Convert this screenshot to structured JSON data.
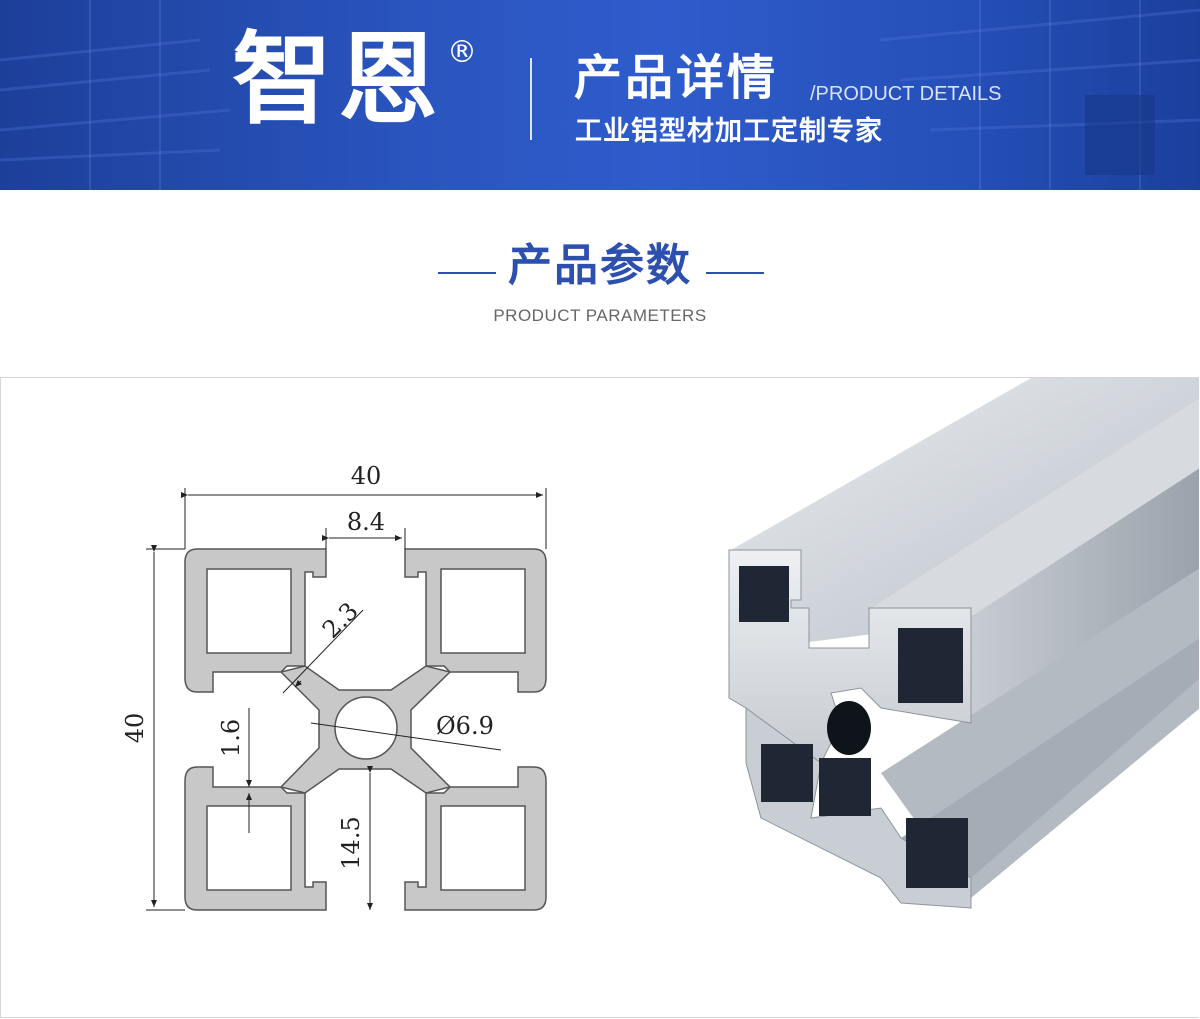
{
  "banner": {
    "brand": "智恩",
    "registered_mark": "®",
    "title": "产品详情",
    "title_en": "/PRODUCT DETAILS",
    "subtitle": "工业铝型材加工定制专家"
  },
  "section": {
    "title": "产品参数",
    "title_en": "PRODUCT PARAMETERS"
  },
  "drawing": {
    "width_label": "40",
    "height_label": "40",
    "slot_label": "8.4",
    "wall_label": "2.3",
    "lip_label": "1.6",
    "hole_label": "Ø6.9",
    "center_label": "14.5"
  },
  "colors": {
    "banner_blue": "#2a55bf",
    "heading_blue": "#2d4fae",
    "profile_fill": "#c8c8c8"
  }
}
